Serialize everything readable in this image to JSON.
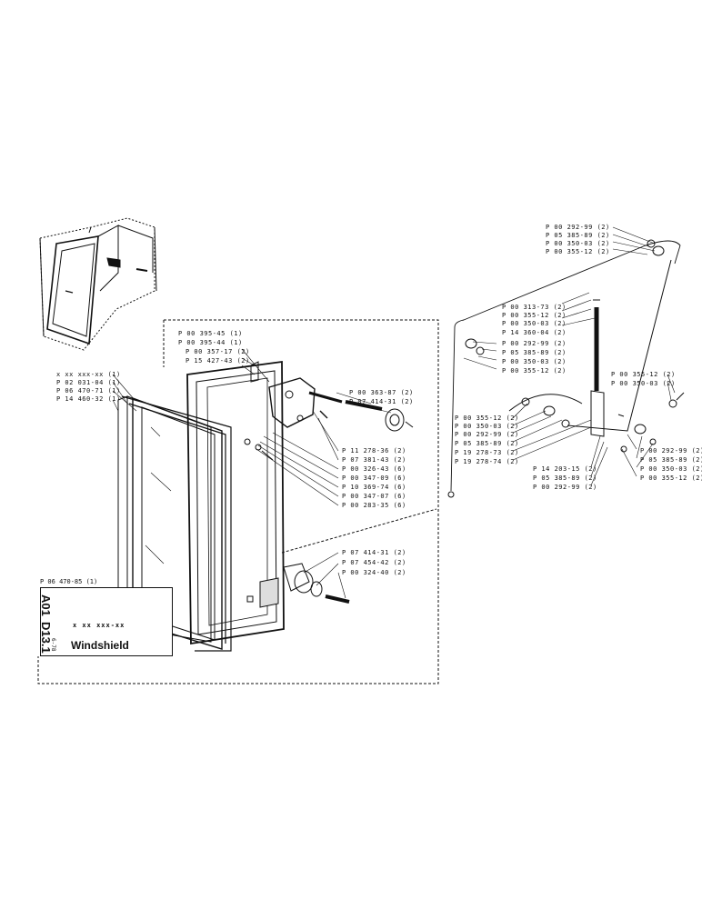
{
  "sheet": {
    "code_group": "A01",
    "code_section": "D13.1",
    "sheet_ref": "6-78",
    "title": "Windshield",
    "part_number_placeholder": "x xx xxx-xx",
    "frame_part": "P 06 470-85 (1)"
  },
  "left_labels": [
    {
      "key": "a",
      "text": "x xx xxx-xx (1)"
    },
    {
      "key": "b",
      "text": "P 02 031-04 (1)"
    },
    {
      "key": "c",
      "text": "P 06 470-71 (1)"
    },
    {
      "key": "d",
      "text": "P 14 460-32 (1)"
    }
  ],
  "center_labels": [
    {
      "key": "c1",
      "text": "P 00 395-45 (1)"
    },
    {
      "key": "c2",
      "text": "P 00 395-44 (1)"
    },
    {
      "key": "c3",
      "text": "P 00 357-17 (2)"
    },
    {
      "key": "c4",
      "text": "P 15 427-43 (2)"
    },
    {
      "key": "c5",
      "text": "P 00 363-87 (2)"
    },
    {
      "key": "c6",
      "text": "P 07 414-31 (2)"
    },
    {
      "key": "c7",
      "text": "P 11 278-36 (2)"
    },
    {
      "key": "c8",
      "text": "P 07 381-43 (2)"
    },
    {
      "key": "c9",
      "text": "P 00 326-43 (6)"
    },
    {
      "key": "c10",
      "text": "P 00 347-09 (6)"
    },
    {
      "key": "c11",
      "text": "P 10 369-74 (6)"
    },
    {
      "key": "c12",
      "text": "P 00 347-07 (6)"
    },
    {
      "key": "c13",
      "text": "P 00 283-35 (6)"
    },
    {
      "key": "c14",
      "text": "P 07 414-31 (2)"
    },
    {
      "key": "c15",
      "text": "P 07 454-42 (2)"
    },
    {
      "key": "c16",
      "text": "P 00 324-40 (2)"
    }
  ],
  "right_labels": [
    {
      "key": "r1",
      "text": "P 00 292-99 (2)"
    },
    {
      "key": "r2",
      "text": "P 05 385-89 (2)"
    },
    {
      "key": "r3",
      "text": "P 00 350-03 (2)"
    },
    {
      "key": "r4",
      "text": "P 00 355-12 (2)"
    },
    {
      "key": "r5",
      "text": "P 00 313-73 (2)"
    },
    {
      "key": "r6",
      "text": "P 00 355-12 (2)"
    },
    {
      "key": "r7",
      "text": "P 00 350-03 (2)"
    },
    {
      "key": "r8",
      "text": "P 14 360-04 (2)"
    },
    {
      "key": "r9",
      "text": "P 00 292-99 (2)"
    },
    {
      "key": "r10",
      "text": "P 05 385-89 (2)"
    },
    {
      "key": "r11",
      "text": "P 00 350-03 (2)"
    },
    {
      "key": "r12",
      "text": "P 00 355-12 (2)"
    },
    {
      "key": "r13",
      "text": "P 00 355-12 (2)"
    },
    {
      "key": "r14",
      "text": "P 00 350-03 (2)"
    },
    {
      "key": "r15",
      "text": "P 00 355-12 (2)"
    },
    {
      "key": "r16",
      "text": "P 00 350-03 (2)"
    },
    {
      "key": "r17",
      "text": "P 00 292-99 (2)"
    },
    {
      "key": "r18",
      "text": "P 05 385-89 (2)"
    },
    {
      "key": "r19",
      "text": "P 19 278-73 (2)"
    },
    {
      "key": "r20",
      "text": "P 19 278-74 (2)"
    },
    {
      "key": "r21",
      "text": "P 14 203-15 (2)"
    },
    {
      "key": "r22",
      "text": "P 05 385-89 (2)"
    },
    {
      "key": "r23",
      "text": "P 00 292-99 (2)"
    },
    {
      "key": "r24",
      "text": "P 00 292-99 (2)"
    },
    {
      "key": "r25",
      "text": "P 05 385-89 (2)"
    },
    {
      "key": "r26",
      "text": "P 00 350-03 (2)"
    },
    {
      "key": "r27",
      "text": "P 00 355-12 (2)"
    }
  ]
}
